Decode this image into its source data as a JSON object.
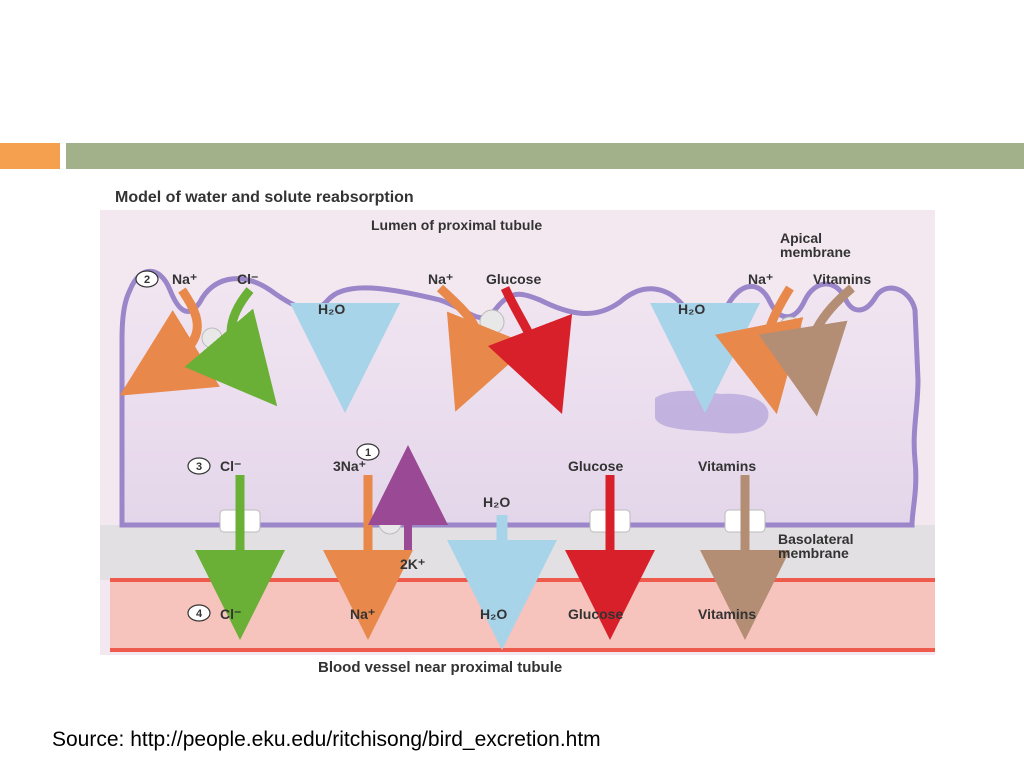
{
  "diagram": {
    "title": "Model of water and solute reabsorption",
    "lumen_label": "Lumen of proximal tubule",
    "apical_label": [
      "Apical",
      "membrane"
    ],
    "basolateral_label": [
      "Basolateral",
      "membrane"
    ],
    "blood_label": "Blood vessel near proximal tubule",
    "steps": [
      "2",
      "1",
      "3",
      "4"
    ],
    "apical_labels": {
      "na1": "Na⁺",
      "cl1": "Cl⁻",
      "h2o1": "H₂O",
      "na2": "Na⁺",
      "glucose1": "Glucose",
      "h2o2": "H₂O",
      "na3": "Na⁺",
      "vitamins1": "Vitamins"
    },
    "baso_labels": {
      "cl": "Cl⁻",
      "na3k": "3Na⁺",
      "h2o": "H₂O",
      "glucose": "Glucose",
      "vitamins": "Vitamins",
      "k2": "2K⁺"
    },
    "blood_labels": {
      "cl": "Cl⁻",
      "na": "Na⁺",
      "h2o": "H₂O",
      "glucose": "Glucose",
      "vitamins": "Vitamins"
    },
    "colors": {
      "na": "#e8884a",
      "cl": "#6ab036",
      "h2o": "#a8d4ea",
      "glucose": "#d8202a",
      "vitamins": "#b48e74",
      "k": "#9a4a94",
      "membrane": "#9a86c8",
      "cell": "#eadcec",
      "blood": "#f6c4bc"
    }
  },
  "source": "Source: http://people.eku.edu/ritchisong/bird_excretion.htm"
}
